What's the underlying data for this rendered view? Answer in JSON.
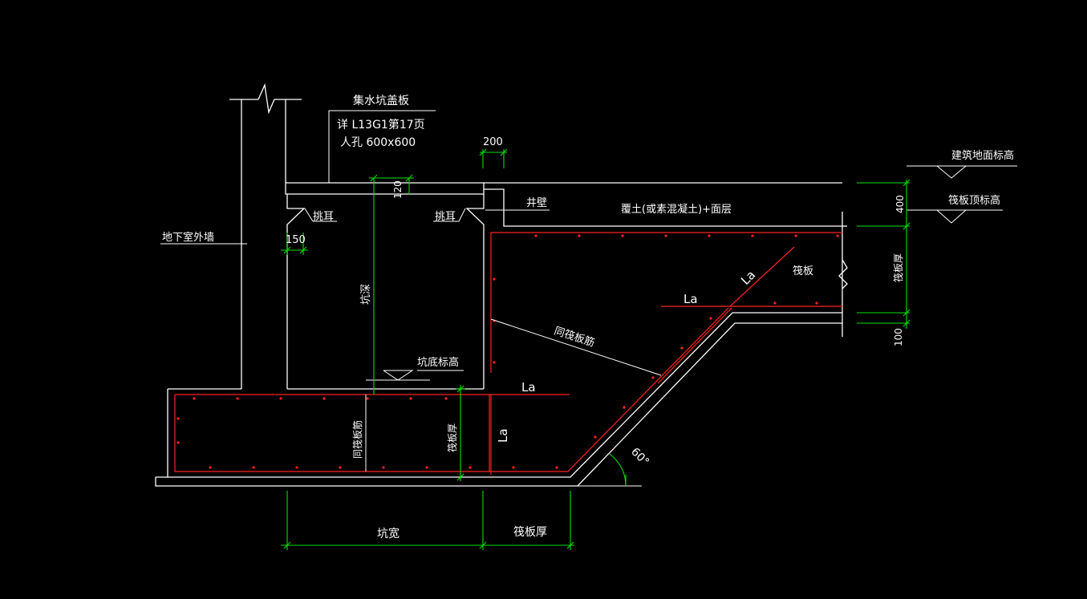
{
  "labels": {
    "cover_plate": "集水坑盖板",
    "ref_page": "详 L13G1第17页",
    "manhole": "人孔 600x600",
    "dim_200": "200",
    "dim_120": "120",
    "ear_left": "挑耳",
    "ear_right": "挑耳",
    "dim_150": "150",
    "pit_wall": "井壁",
    "fill": "覆土(或素混凝土)+面层",
    "basement_wall": "地下室外墙",
    "pit_depth": "坑深",
    "same_rebar_right": "同筏板筋",
    "la_slope": "La",
    "la_upper": "La",
    "raft_label": "筏板",
    "pit_bottom_elev": "坑底标高",
    "la_bottom": "La",
    "la_vertical": "La",
    "same_rebar_left": "同筏板筋",
    "raft_thick_mid": "筏板厚",
    "angle": "60°",
    "pit_width": "坑宽",
    "raft_thick_bottom": "筏板厚",
    "ground_elev": "建筑地面标高",
    "raft_top_elev": "筏板顶标高",
    "dim_400": "400",
    "raft_thick_right": "筏板厚",
    "dim_100": "100"
  },
  "colors": {
    "background": "#000000",
    "lines": "#ffffff",
    "rebar": "#ff2020",
    "dimension": "#00e000"
  }
}
